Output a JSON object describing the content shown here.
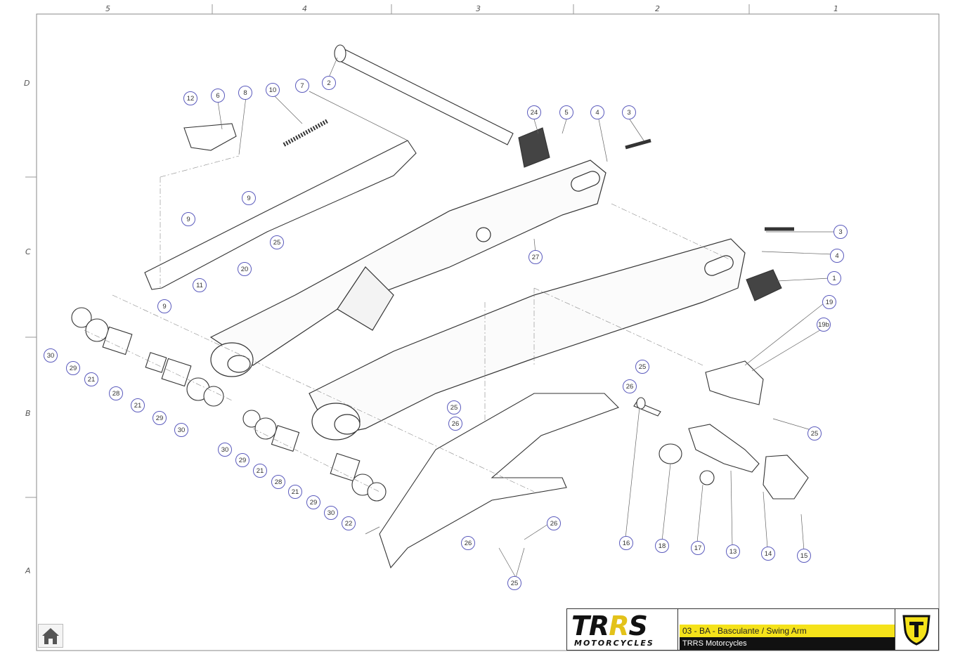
{
  "sheet": {
    "zone_columns": [
      "5",
      "4",
      "3",
      "2",
      "1"
    ],
    "zone_rows": [
      "D",
      "C",
      "B",
      "A"
    ]
  },
  "callouts": [
    {
      "label": "1"
    },
    {
      "label": "2"
    },
    {
      "label": "3"
    },
    {
      "label": "3"
    },
    {
      "label": "4"
    },
    {
      "label": "4"
    },
    {
      "label": "5"
    },
    {
      "label": "6"
    },
    {
      "label": "7"
    },
    {
      "label": "8"
    },
    {
      "label": "9"
    },
    {
      "label": "9"
    },
    {
      "label": "9"
    },
    {
      "label": "10"
    },
    {
      "label": "11"
    },
    {
      "label": "12"
    },
    {
      "label": "13"
    },
    {
      "label": "14"
    },
    {
      "label": "15"
    },
    {
      "label": "16"
    },
    {
      "label": "17"
    },
    {
      "label": "18"
    },
    {
      "label": "19"
    },
    {
      "label": "19b"
    },
    {
      "label": "20"
    },
    {
      "label": "21"
    },
    {
      "label": "21"
    },
    {
      "label": "21"
    },
    {
      "label": "21"
    },
    {
      "label": "22"
    },
    {
      "label": "24"
    },
    {
      "label": "25"
    },
    {
      "label": "25"
    },
    {
      "label": "25"
    },
    {
      "label": "25"
    },
    {
      "label": "25"
    },
    {
      "label": "26"
    },
    {
      "label": "26"
    },
    {
      "label": "26"
    },
    {
      "label": "26"
    },
    {
      "label": "27"
    },
    {
      "label": "28"
    },
    {
      "label": "28"
    },
    {
      "label": "29"
    },
    {
      "label": "29"
    },
    {
      "label": "29"
    },
    {
      "label": "29"
    },
    {
      "label": "30"
    },
    {
      "label": "30"
    },
    {
      "label": "30"
    },
    {
      "label": "30"
    }
  ],
  "title_block": {
    "logo_text": "TRRS",
    "logo_subtext": "MOTORCYCLES",
    "title": "03 - BA - Basculante / Swing Arm",
    "subtitle": "TRRS Motorcycles",
    "brand_color": "#f5e21a"
  },
  "nav": {
    "home_icon": "home-icon"
  }
}
